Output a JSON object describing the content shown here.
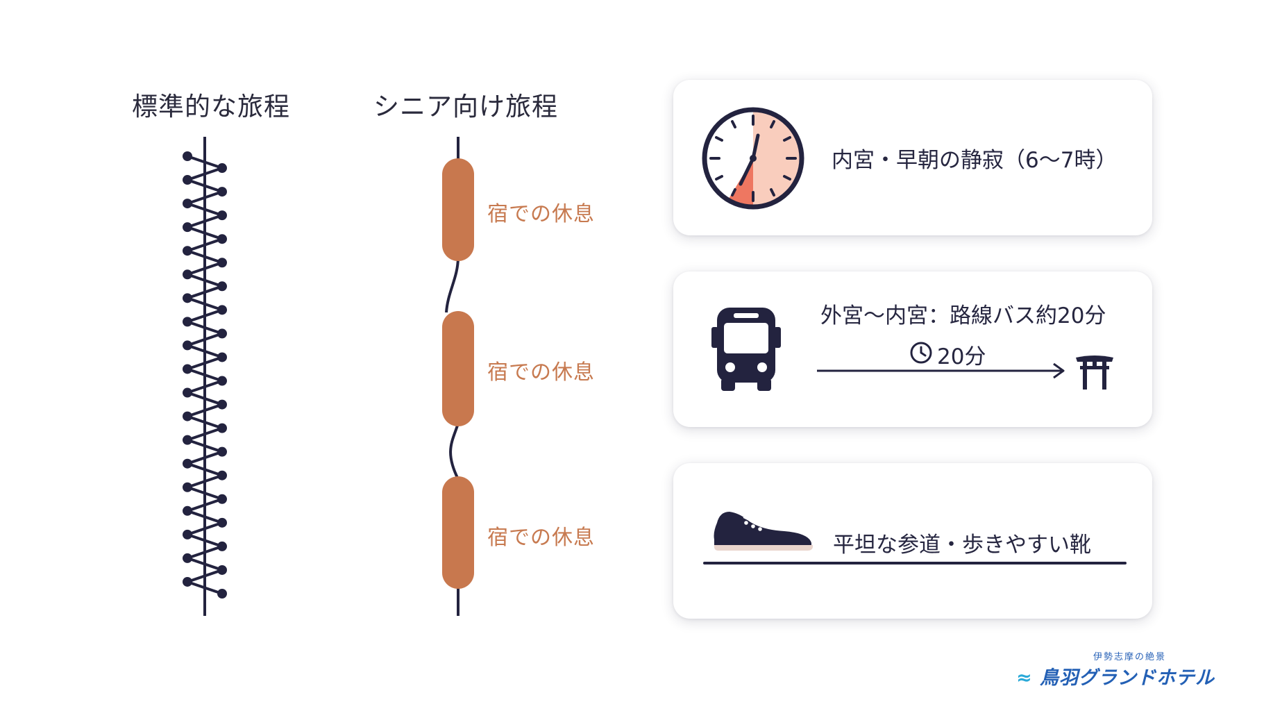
{
  "columns": {
    "standard_title": "標準的な旅程",
    "senior_title": "シニア向け旅程",
    "rest_labels": [
      "宿での休息",
      "宿での休息",
      "宿での休息"
    ]
  },
  "cards": [
    {
      "text": "内宮・早朝の静寂（6〜7時）",
      "icon": "clock-icon"
    },
    {
      "text": "外宮〜内宮：路線バス約20分",
      "duration": "20分",
      "icons": [
        "bus-icon",
        "clock-small-icon",
        "arrow-icon",
        "torii-icon"
      ]
    },
    {
      "text": "平坦な参道・歩きやすい靴",
      "icon": "shoe-icon"
    }
  ],
  "brand": {
    "tagline": "伊勢志摩の絶景",
    "name": "鳥羽グランドホテル"
  },
  "colors": {
    "navy": "#23233f",
    "rest_bar": "#c8784e",
    "rest_text": "#c77a50",
    "clock_accent": "#f9cdbd",
    "clock_accent_strong": "#ee7761",
    "brand_blue": "#2360b5"
  }
}
